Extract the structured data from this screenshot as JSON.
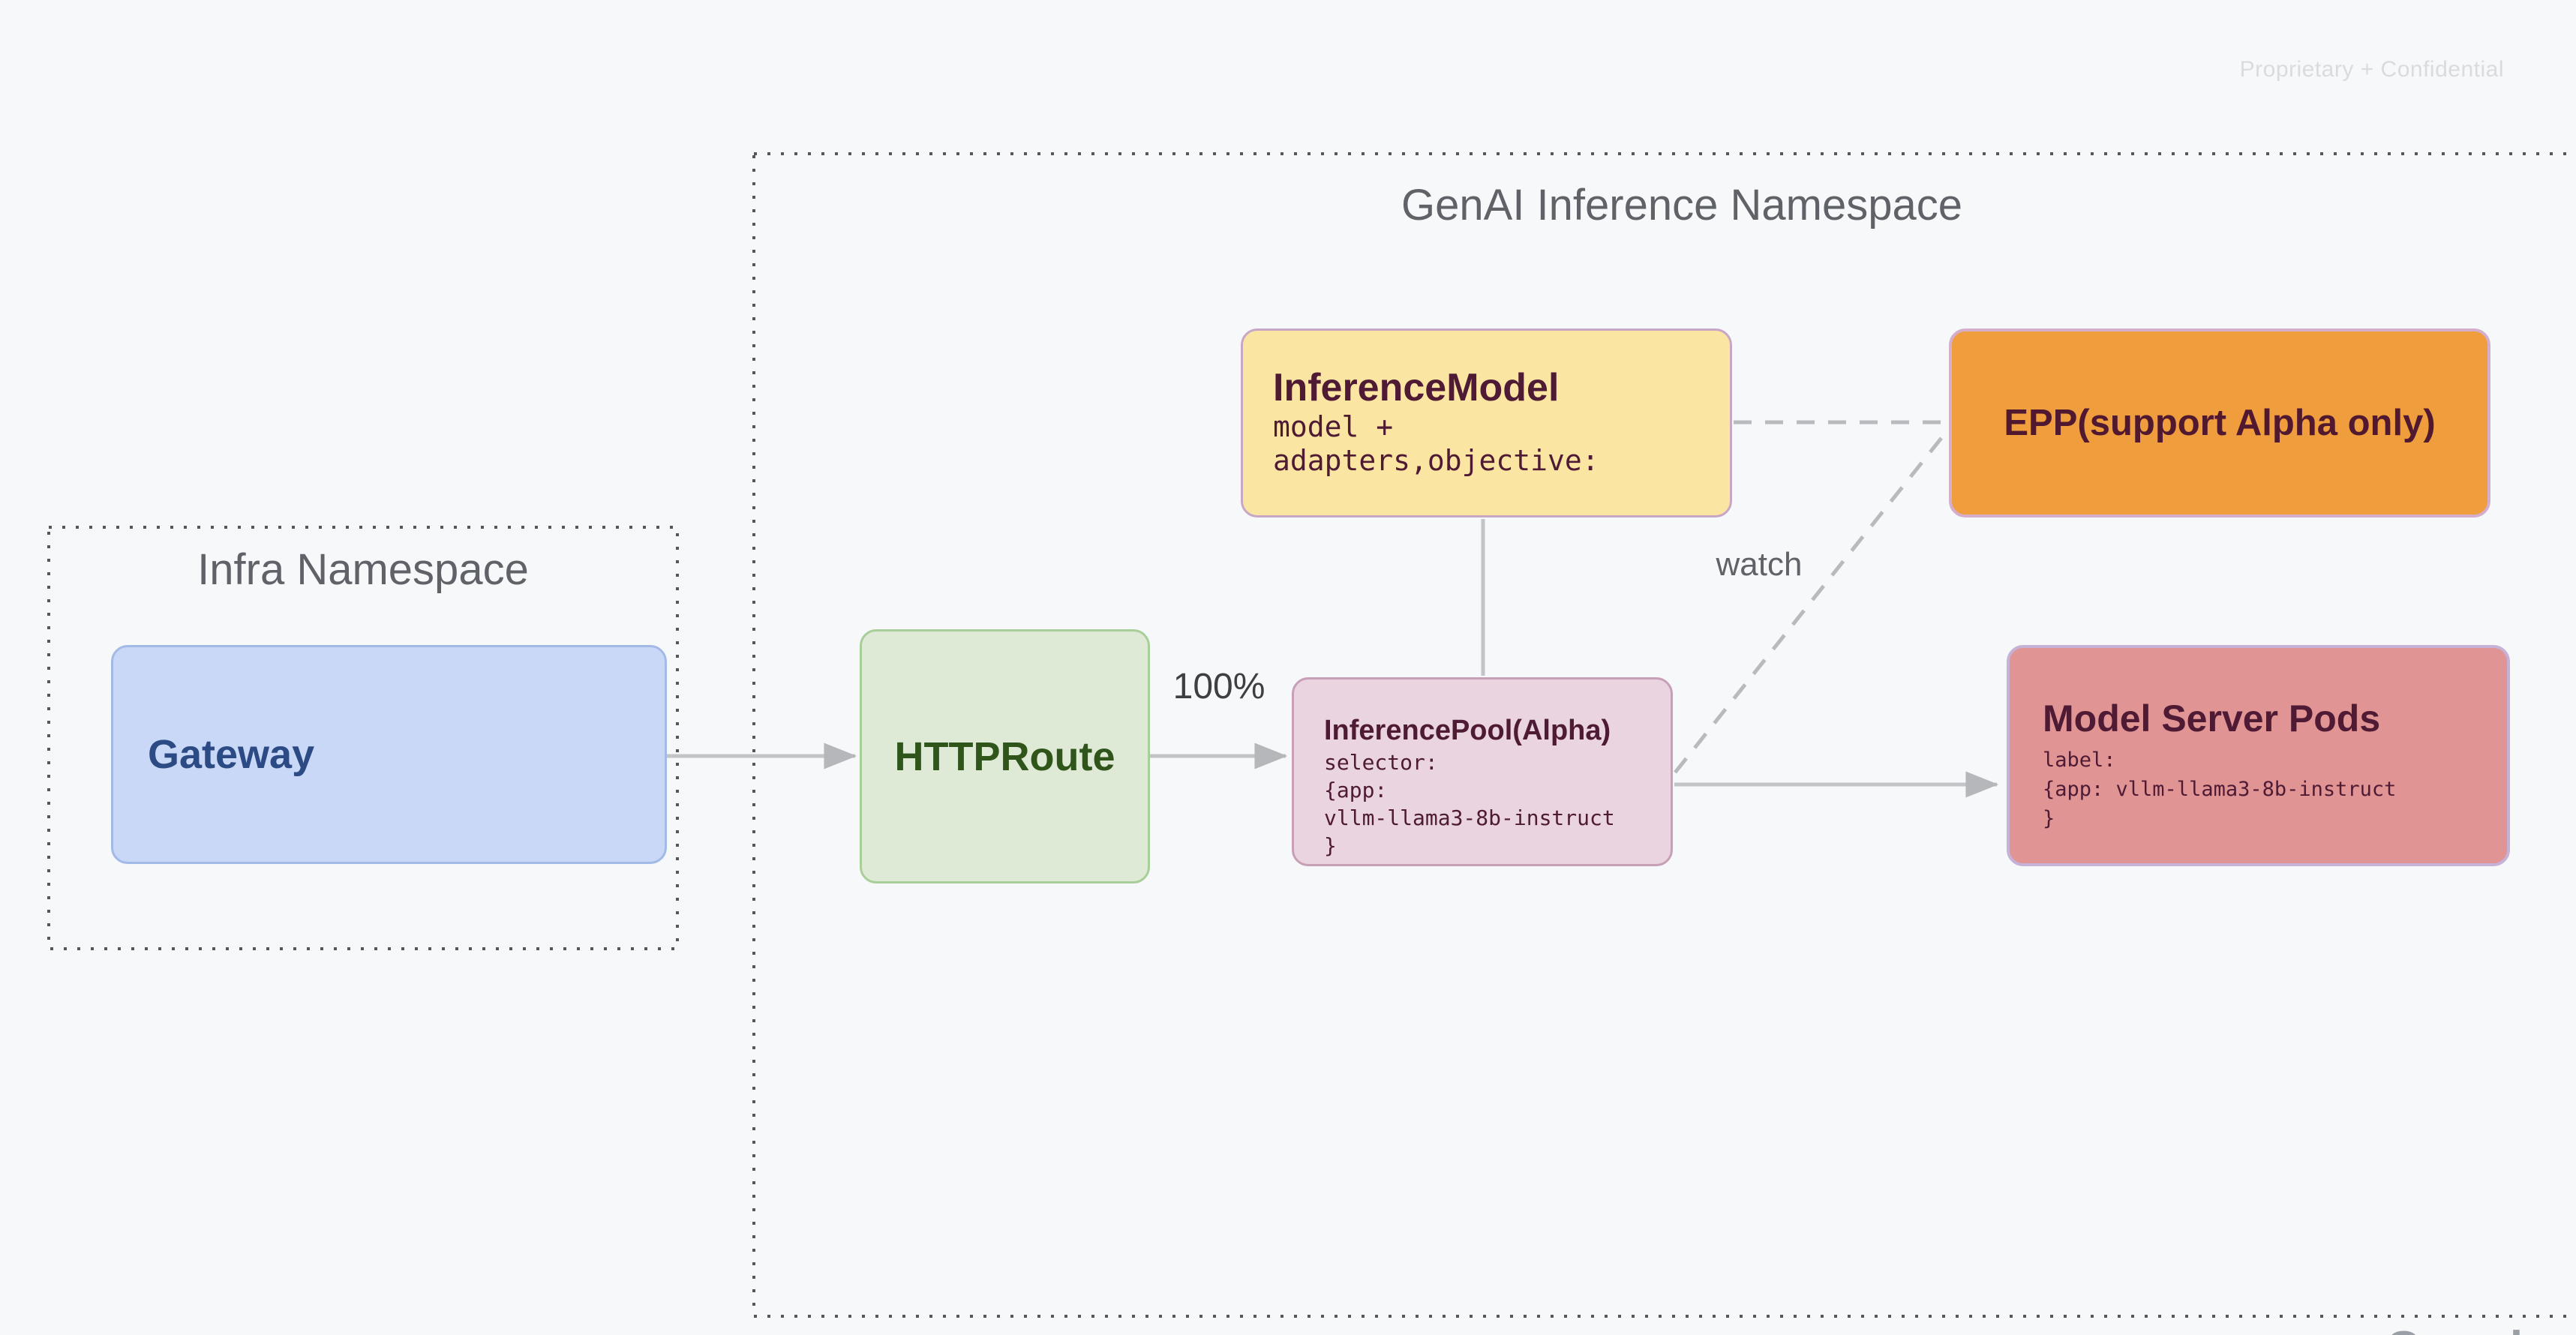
{
  "slide": {
    "confidential_note": "Proprietary + Confidential",
    "brand_watermark": "Google"
  },
  "infra_namespace": {
    "title": "Infra Namespace",
    "gateway": {
      "title": "Gateway"
    }
  },
  "genai_namespace": {
    "title": "GenAI Inference Namespace",
    "httproute": {
      "title": "HTTPRoute"
    },
    "inference_model": {
      "title": "InferenceModel",
      "lines": [
        "model +",
        "adapters,objective:"
      ]
    },
    "epp": {
      "title": "EPP(support Alpha only)"
    },
    "inference_pool": {
      "title": "InferencePool(Alpha)",
      "lines": [
        "selector:",
        "{app:",
        "vllm-llama3-8b-instruct",
        "}"
      ]
    },
    "model_server_pods": {
      "title": "Model Server Pods",
      "lines": [
        "label:",
        "{app: vllm-llama3-8b-instruct",
        "}"
      ]
    }
  },
  "edges": {
    "route_weight_label": "100%",
    "watch_label": "watch"
  },
  "colors": {
    "background": "#f7f8fa",
    "gateway_fill": "#c8d8f6",
    "gateway_text": "#2c4a84",
    "httproute_fill": "#deead6",
    "httproute_text": "#30551b",
    "inference_model_fill": "#fae5a3",
    "epp_fill": "#f09d3d",
    "inference_pool_fill": "#e9d4df",
    "model_server_pods_fill": "#e09493",
    "maroon_text": "#4e1a34",
    "namespace_text": "#5f6368",
    "connector_gray": "#c2c4c8",
    "dotted_border": "#54575c"
  }
}
